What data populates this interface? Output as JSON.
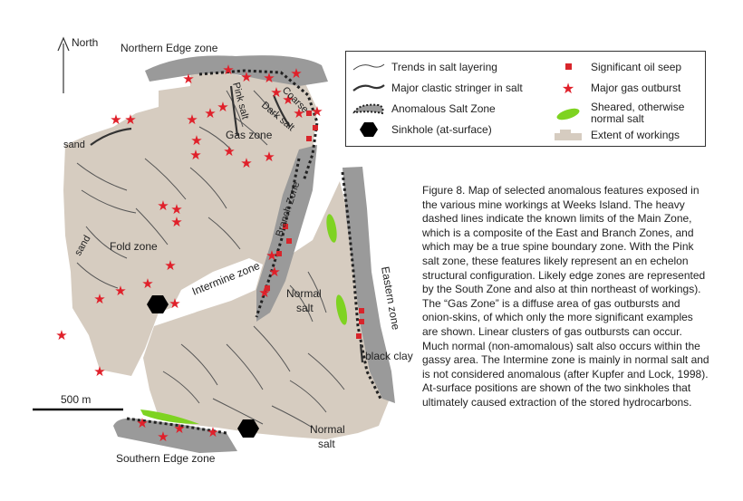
{
  "north_label": "North",
  "scale_label": "500 m",
  "zone_labels": {
    "northern_edge": "Northern Edge zone",
    "southern_edge": "Southern Edge zone",
    "pink_salt": "Pink salt",
    "dark_salt": "Dark salt",
    "coarse": "Coarse",
    "gas_zone": "Gas zone",
    "branch_zone": "Branch Zone",
    "fold_zone": "Fold zone",
    "intermine_zone": "Intermine zone",
    "normal_salt_1": "Normal",
    "normal_salt_1b": "salt",
    "normal_salt_2": "Normal",
    "normal_salt_2b": "salt",
    "eastern_zone": "Eastern zone",
    "black_clay": "black clay",
    "sand_1": "sand",
    "sand_2": "sand"
  },
  "legend": [
    {
      "icon": "thin-line-icon",
      "label": "Trends in salt layering"
    },
    {
      "icon": "thick-line-icon",
      "label": "Major clastic stringer in salt"
    },
    {
      "icon": "dashed-zone-icon",
      "label": "Anomalous Salt Zone"
    },
    {
      "icon": "hexagon-icon",
      "label": "Sinkhole (at-surface)"
    },
    {
      "icon": "red-square-icon",
      "label": "Significant oil seep"
    },
    {
      "icon": "red-star-icon",
      "label": "Major gas outburst"
    },
    {
      "icon": "green-lens-icon",
      "label": "Sheared, otherwise normal salt"
    },
    {
      "icon": "workings-icon",
      "label": "Extent of workings"
    }
  ],
  "caption": "Figure 8.  Map of selected anomalous features exposed in the various mine workings at Weeks Island.  The heavy dashed lines indicate the known limits of the Main Zone, which is a composite of the East and Branch Zones, and which may be a true spine boundary zone. With the Pink salt zone, these features likely represent an en echelon structural configuration.  Likely edge zones are represented by the South Zone and also at thin northeast of workings). The “Gas Zone” is a diffuse area of gas outbursts and onion-skins, of which only the more significant examples are shown. Linear clusters of gas outbursts can occur.  Much normal (non-amomalous) salt also occurs within the gassy area.  The Intermine zone is mainly in normal salt and is not considered anomalous (after Kupfer and Lock, 1998). At-surface positions are shown of the two sinkholes that ultimately caused extraction of the stored hydrocarbons.",
  "colors": {
    "workings": "#d6ccc0",
    "zone_gray": "#9a9a9a",
    "star_red": "#e0202a",
    "seep_red": "#d8252b",
    "sheared_green": "#7ed321",
    "line_dark": "#444444"
  }
}
